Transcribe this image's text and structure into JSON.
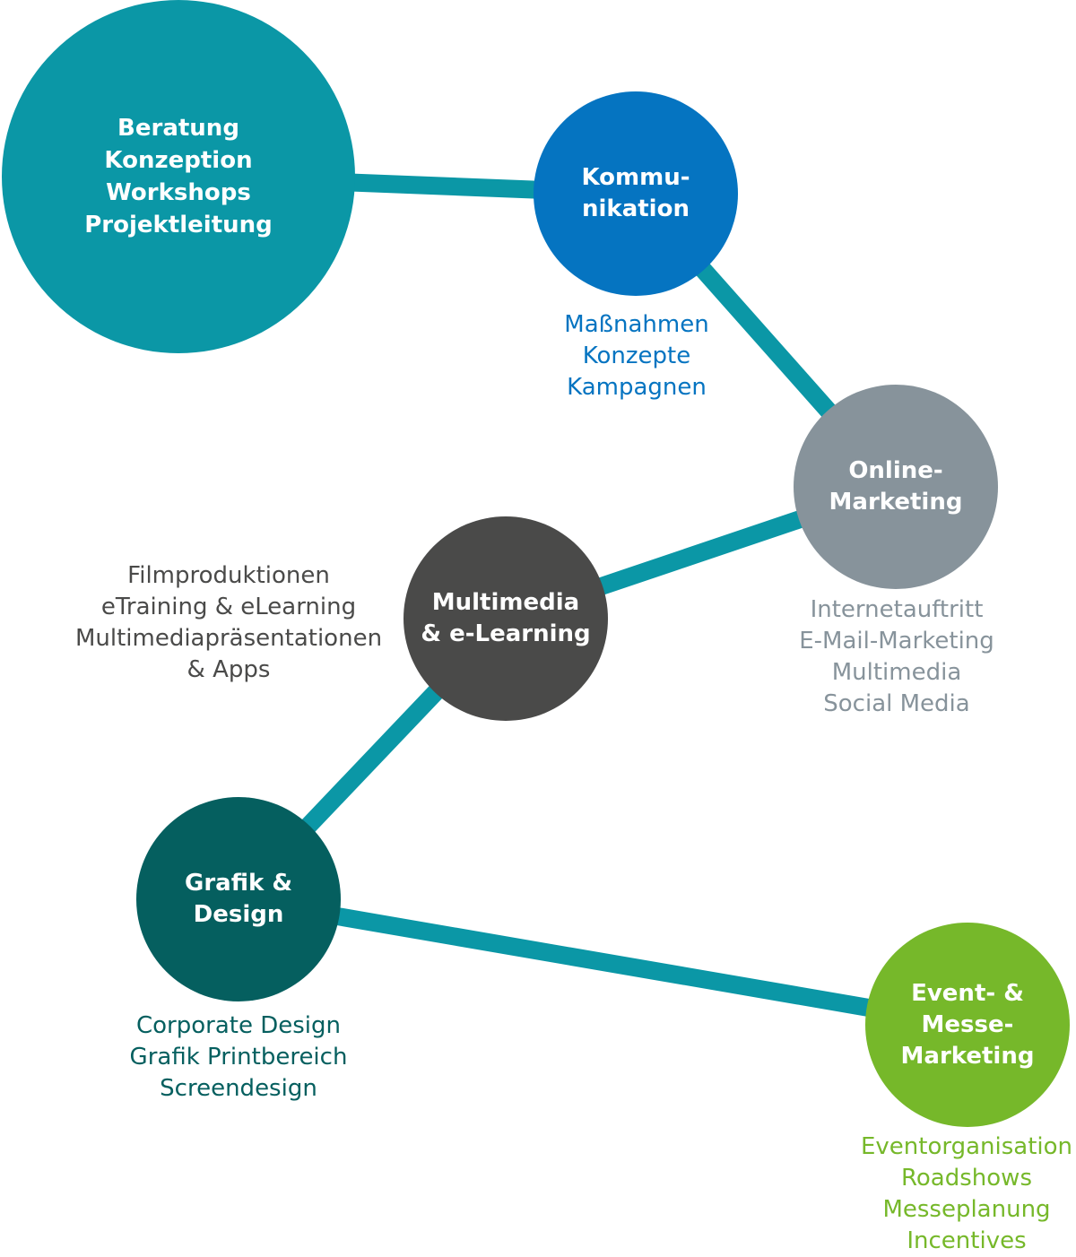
{
  "colors": {
    "connector": "#0b97a6",
    "beratung": "#0b97a6",
    "kommunikation": "#0574c1",
    "online": "#87939b",
    "multimedia": "#4a4a49",
    "grafik": "#055f5f",
    "event": "#76b82a"
  },
  "nodes": {
    "beratung": {
      "lines": [
        "Beratung",
        "Konzeption",
        "Workshops",
        "Projektleitung"
      ]
    },
    "kommunikation": {
      "lines": [
        "Kommu-",
        "nikation"
      ]
    },
    "online": {
      "lines": [
        "Online-",
        "Marketing"
      ]
    },
    "multimedia": {
      "lines": [
        "Multimedia",
        "& e-Learning"
      ]
    },
    "grafik": {
      "lines": [
        "Grafik &",
        "Design"
      ]
    },
    "event": {
      "lines": [
        "Event- &",
        "Messe-",
        "Marketing"
      ]
    }
  },
  "captions": {
    "kommunikation": [
      "Maßnahmen",
      "Konzepte",
      "Kampagnen"
    ],
    "online": [
      "Internetauftritt",
      "E-Mail-Marketing",
      "Multimedia",
      "Social Media"
    ],
    "multimedia": [
      "Filmproduktionen",
      "eTraining & eLearning",
      "Multimediapräsentationen",
      "& Apps"
    ],
    "grafik": [
      "Corporate Design",
      "Grafik Printbereich",
      "Screendesign"
    ],
    "event": [
      "Eventorganisation",
      "Roadshows",
      "Messeplanung",
      "Incentives"
    ]
  }
}
